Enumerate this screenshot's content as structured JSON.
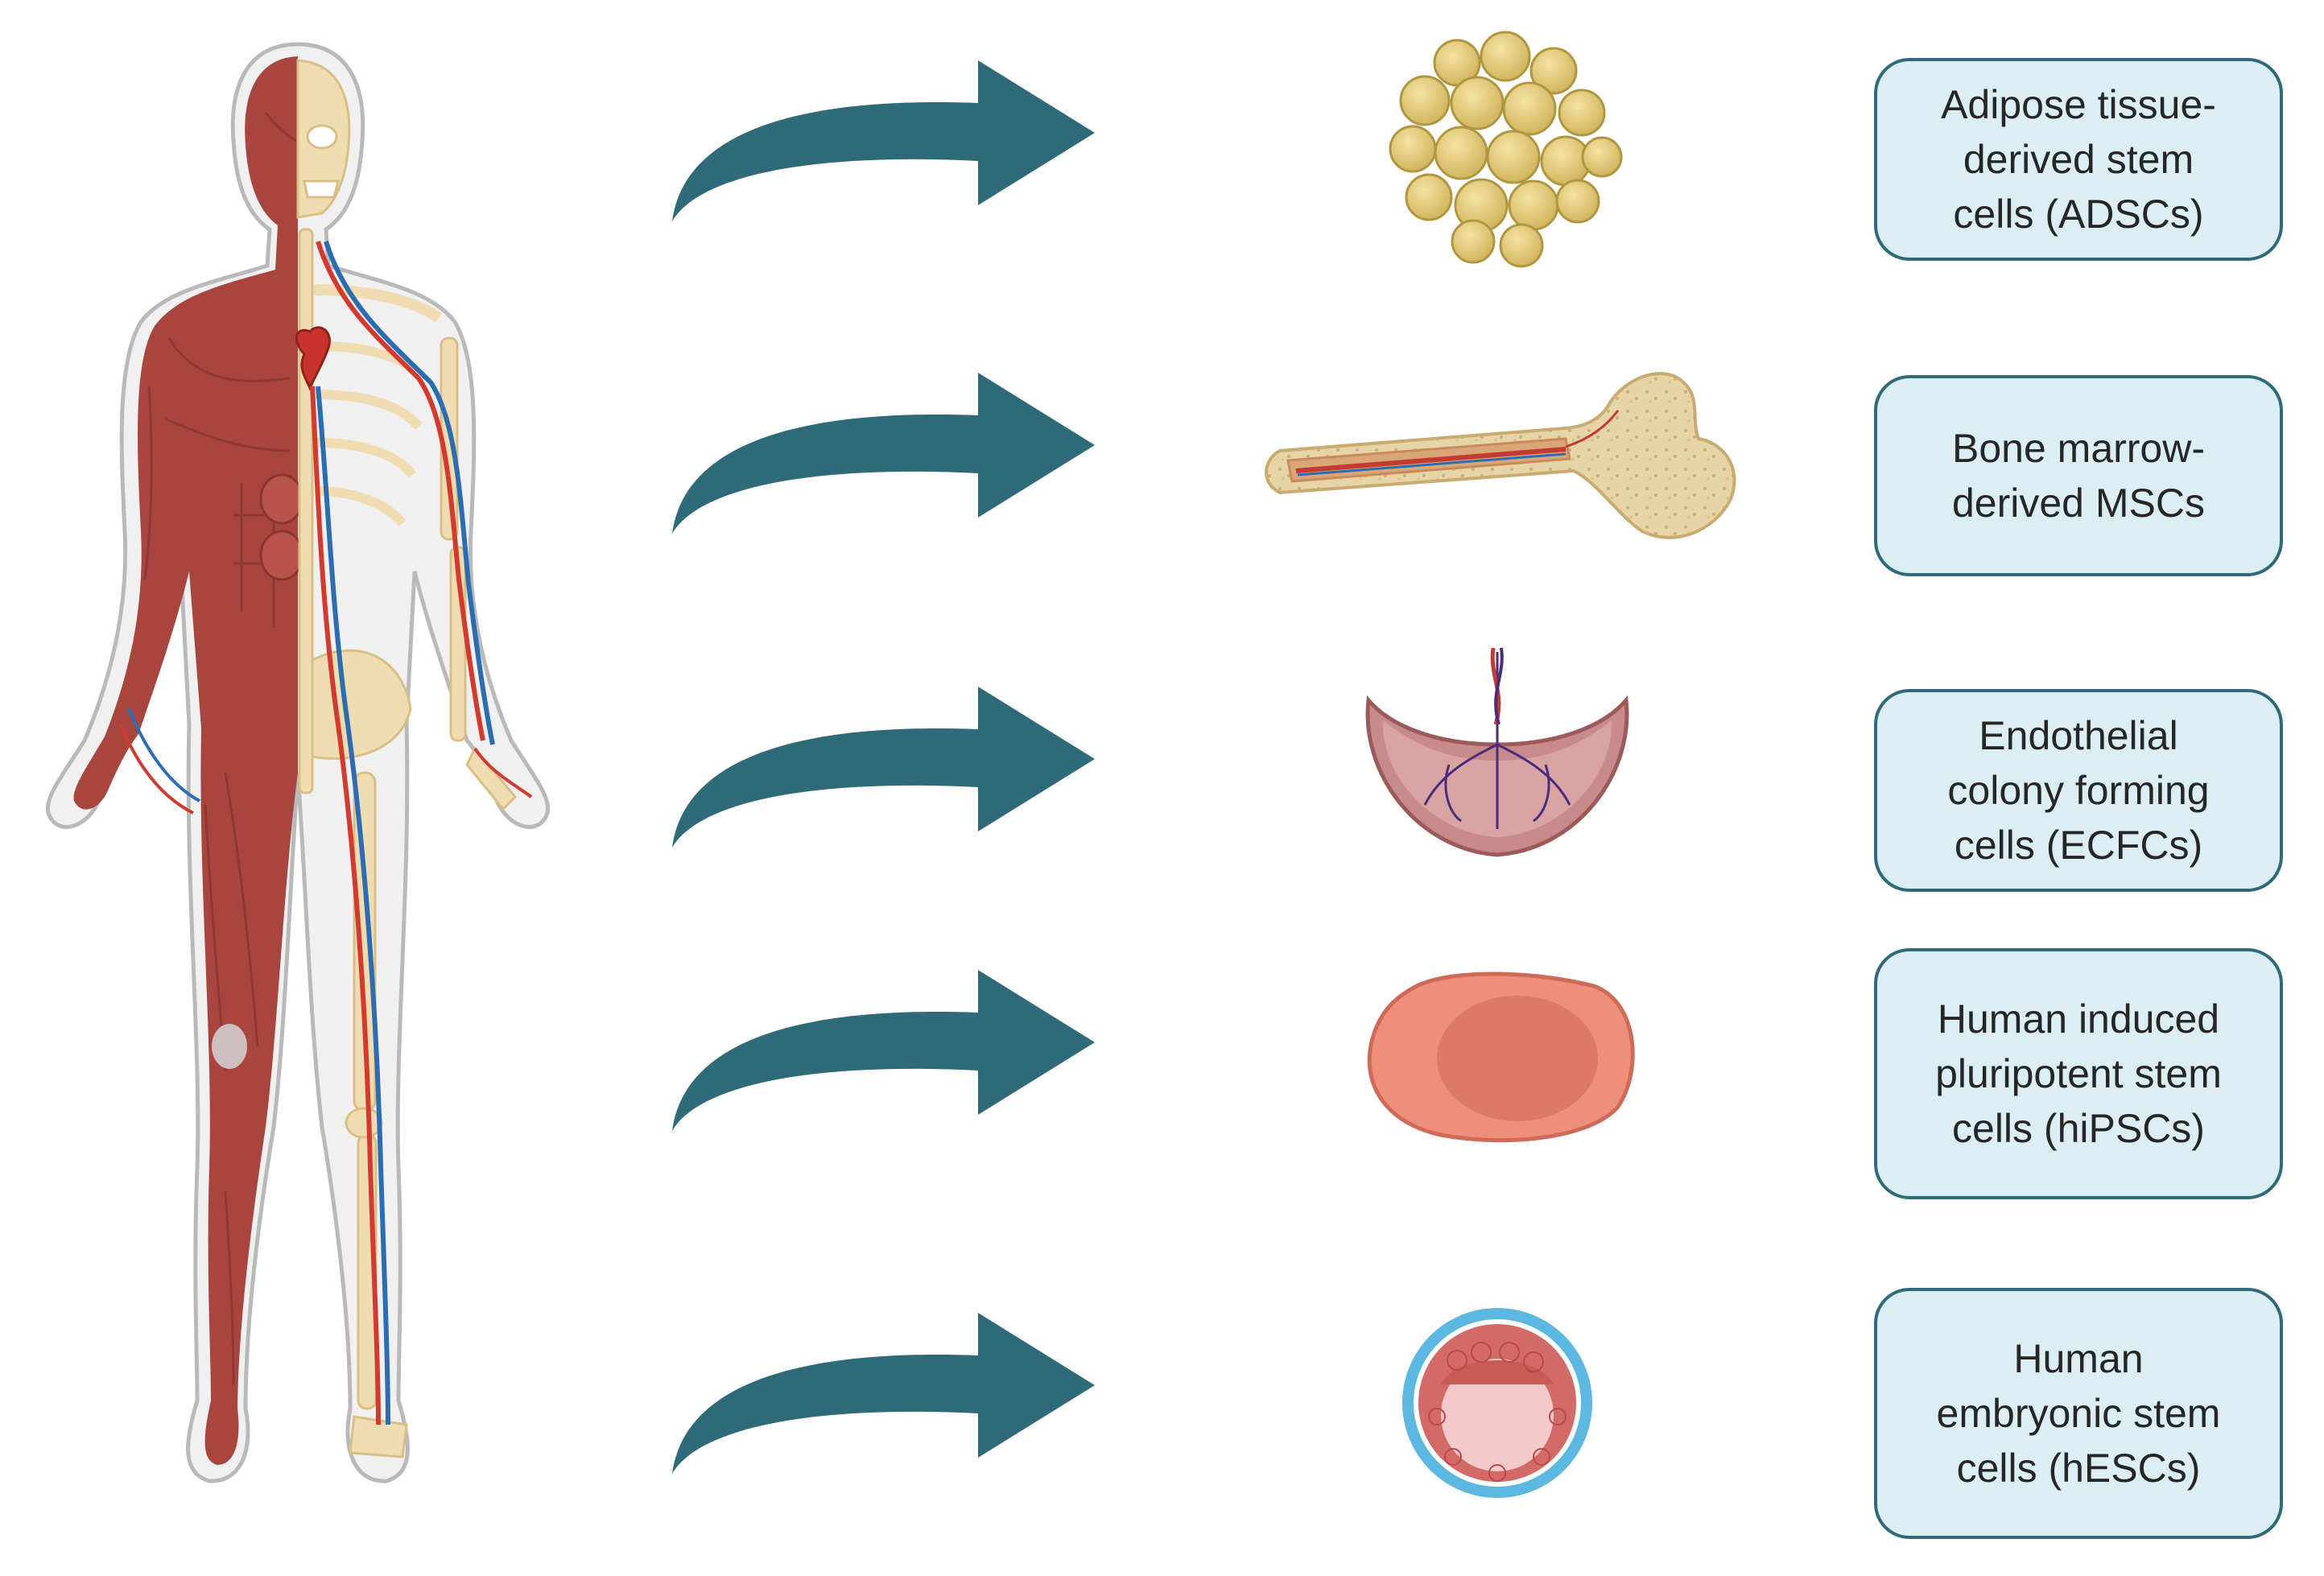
{
  "colors": {
    "arrow": "#2f6a78",
    "label_fill": "#daeef4",
    "label_border": "#2f6a78",
    "muscle": "#a8453e",
    "bone": "#efdcb0",
    "artery": "#d23a30",
    "vein": "#2b6cb3",
    "fat": "#dcc36a",
    "cell": "#ee8f7b",
    "embryo_ring": "#5cb8e0"
  },
  "rows": [
    {
      "source": "adipose-tissue",
      "icon": "fat-cluster-icon",
      "label": "Adipose tissue-\nderived stem\ncells (ADSCs)"
    },
    {
      "source": "bone-marrow",
      "icon": "long-bone-icon",
      "label": "Bone marrow-\nderived MSCs"
    },
    {
      "source": "placenta",
      "icon": "placenta-icon",
      "label": "Endothelial\ncolony forming\ncells (ECFCs)"
    },
    {
      "source": "ipsc",
      "icon": "cell-icon",
      "label": "Human induced\npluripotent stem\ncells (hiPSCs)"
    },
    {
      "source": "embryo",
      "icon": "blastocyst-icon",
      "label": "Human\nembryonic stem\ncells (hESCs)"
    }
  ]
}
